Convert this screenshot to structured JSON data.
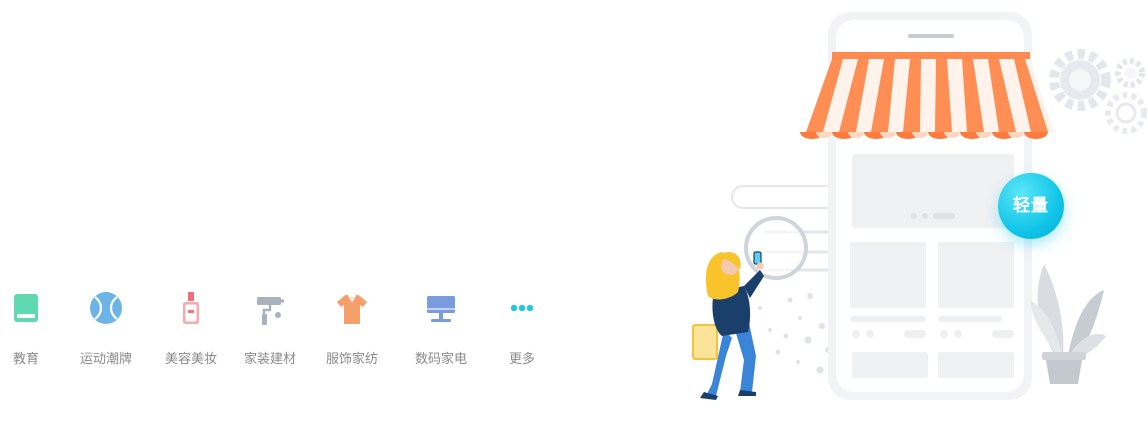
{
  "categories": [
    {
      "label": "教育",
      "icon": "book-icon",
      "color": "#5ed9b0"
    },
    {
      "label": "运动潮牌",
      "icon": "tennis-ball-icon",
      "color": "#6cb4e6"
    },
    {
      "label": "美容美妆",
      "icon": "lipstick-icon",
      "color": "#f0707a"
    },
    {
      "label": "家装建材",
      "icon": "paint-roller-icon",
      "color": "#a9b1bd"
    },
    {
      "label": "服饰家纺",
      "icon": "shirt-icon",
      "color": "#f5a06a"
    },
    {
      "label": "数码家电",
      "icon": "monitor-icon",
      "color": "#7a9be0"
    },
    {
      "label": "更多",
      "icon": "more-dots-icon",
      "color": "#22c8e0"
    }
  ],
  "hero": {
    "badge_text": "轻量",
    "accent_orange": "#ff8a50",
    "accent_cyan": "#11c5e8"
  }
}
